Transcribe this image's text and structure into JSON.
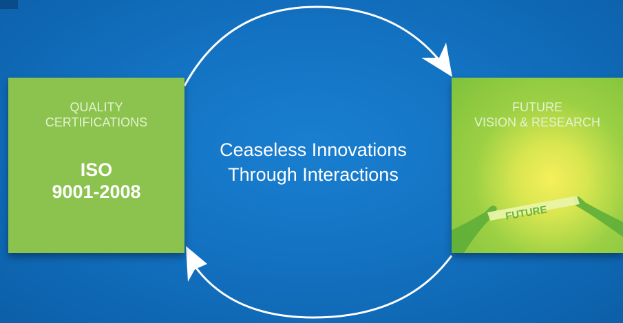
{
  "center": {
    "line1": "Ceaseless Innovations",
    "line2": "Through Interactions"
  },
  "left_box": {
    "title_line1": "QUALITY",
    "title_line2": "CERTIFICATIONS",
    "main_line1": "ISO",
    "main_line2": "9001-2008"
  },
  "right_box": {
    "title_line1": "FUTURE",
    "title_line2": "VISION & RESEARCH",
    "image_word": "FUTURE",
    "image_icon": "hands-holding-future-banner-icon"
  },
  "colors": {
    "background": "#1372c2",
    "box_green": "#8bc34e",
    "arrow": "#ffffff"
  }
}
